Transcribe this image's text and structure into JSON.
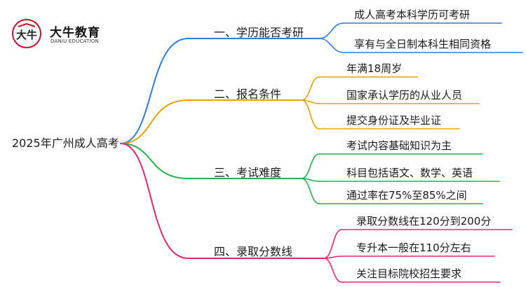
{
  "logo": {
    "name_cn": "大牛教育",
    "name_en": "DANIU EDUCATION",
    "mark_text": "大牛"
  },
  "root": "2025年广州成人高考",
  "branches": [
    {
      "label": "一、学历能否考研",
      "color": "#2f7bd8",
      "items": [
        "成人高考本科学历可考研",
        "享有与全日制本科生相同资格"
      ]
    },
    {
      "label": "二、报名条件",
      "color": "#f0a000",
      "items": [
        "年满18周岁",
        "国家承认学历的从业人员",
        "提交身份证及毕业证"
      ]
    },
    {
      "label": "三、考试难度",
      "color": "#22b14c",
      "items": [
        "考试内容基础知识为主",
        "科目包括语文、数学、英语",
        "通过率在75%至85%之间"
      ]
    },
    {
      "label": "四、录取分数线",
      "color": "#e8266e",
      "items": [
        "录取分数线在120分到200分",
        "专升本一般在110分左右",
        "关注目标院校招生要求"
      ]
    }
  ]
}
